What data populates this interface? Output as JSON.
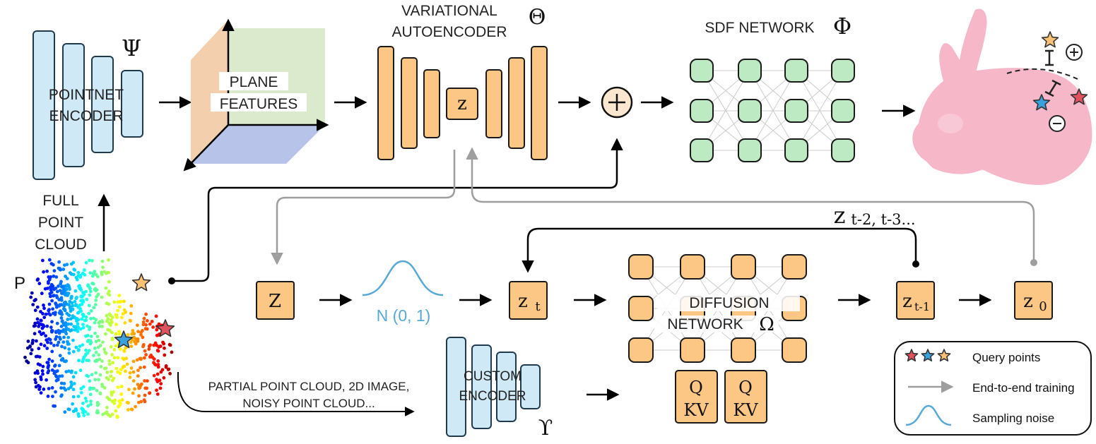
{
  "labels": {
    "pointnet": [
      "POINTNET",
      "ENCODER"
    ],
    "psi": "Ψ",
    "plane": [
      "PLANE",
      "FEATURES"
    ],
    "vae": [
      "VARIATIONAL",
      "AUTOENCODER"
    ],
    "theta": "Θ",
    "sdf": "SDF NETWORK",
    "phi": "Φ",
    "full_cloud": [
      "FULL",
      "POINT",
      "CLOUD"
    ],
    "p": "P",
    "z_top": "z",
    "z_left": "Z",
    "normal": "N (0, 1)",
    "zt_main": "z",
    "zt_sub": "t",
    "z_prev_main": "z",
    "z_prev_sub": "t-2, t-3...",
    "zt1_main": "z",
    "zt1_sub": "t-1",
    "z0_main": "z",
    "z0_sub": "0",
    "diffusion": [
      "DIFFUSION",
      "NETWORK"
    ],
    "omega": "Ω",
    "qkv": [
      "Q",
      "KV"
    ],
    "partial": [
      "PARTIAL POINT CLOUD, 2D IMAGE,",
      "NOISY POINT CLOUD..."
    ],
    "custom": [
      "CUSTOM",
      "ENCODER"
    ],
    "upsilon": "ϒ"
  },
  "legend": {
    "items": [
      "Query points",
      "End-to-end training",
      "Sampling noise"
    ]
  },
  "colors": {
    "orange": "#fcc785",
    "blue": "#cfe9f7",
    "green": "#bde9c3",
    "bunny": "#f6b7c9",
    "noise": "#58a9d7",
    "grey_arrow": "#9e9e9e",
    "star_red": "#e2525e",
    "star_blue": "#3aa1dd",
    "star_yellow": "#fbc275"
  }
}
